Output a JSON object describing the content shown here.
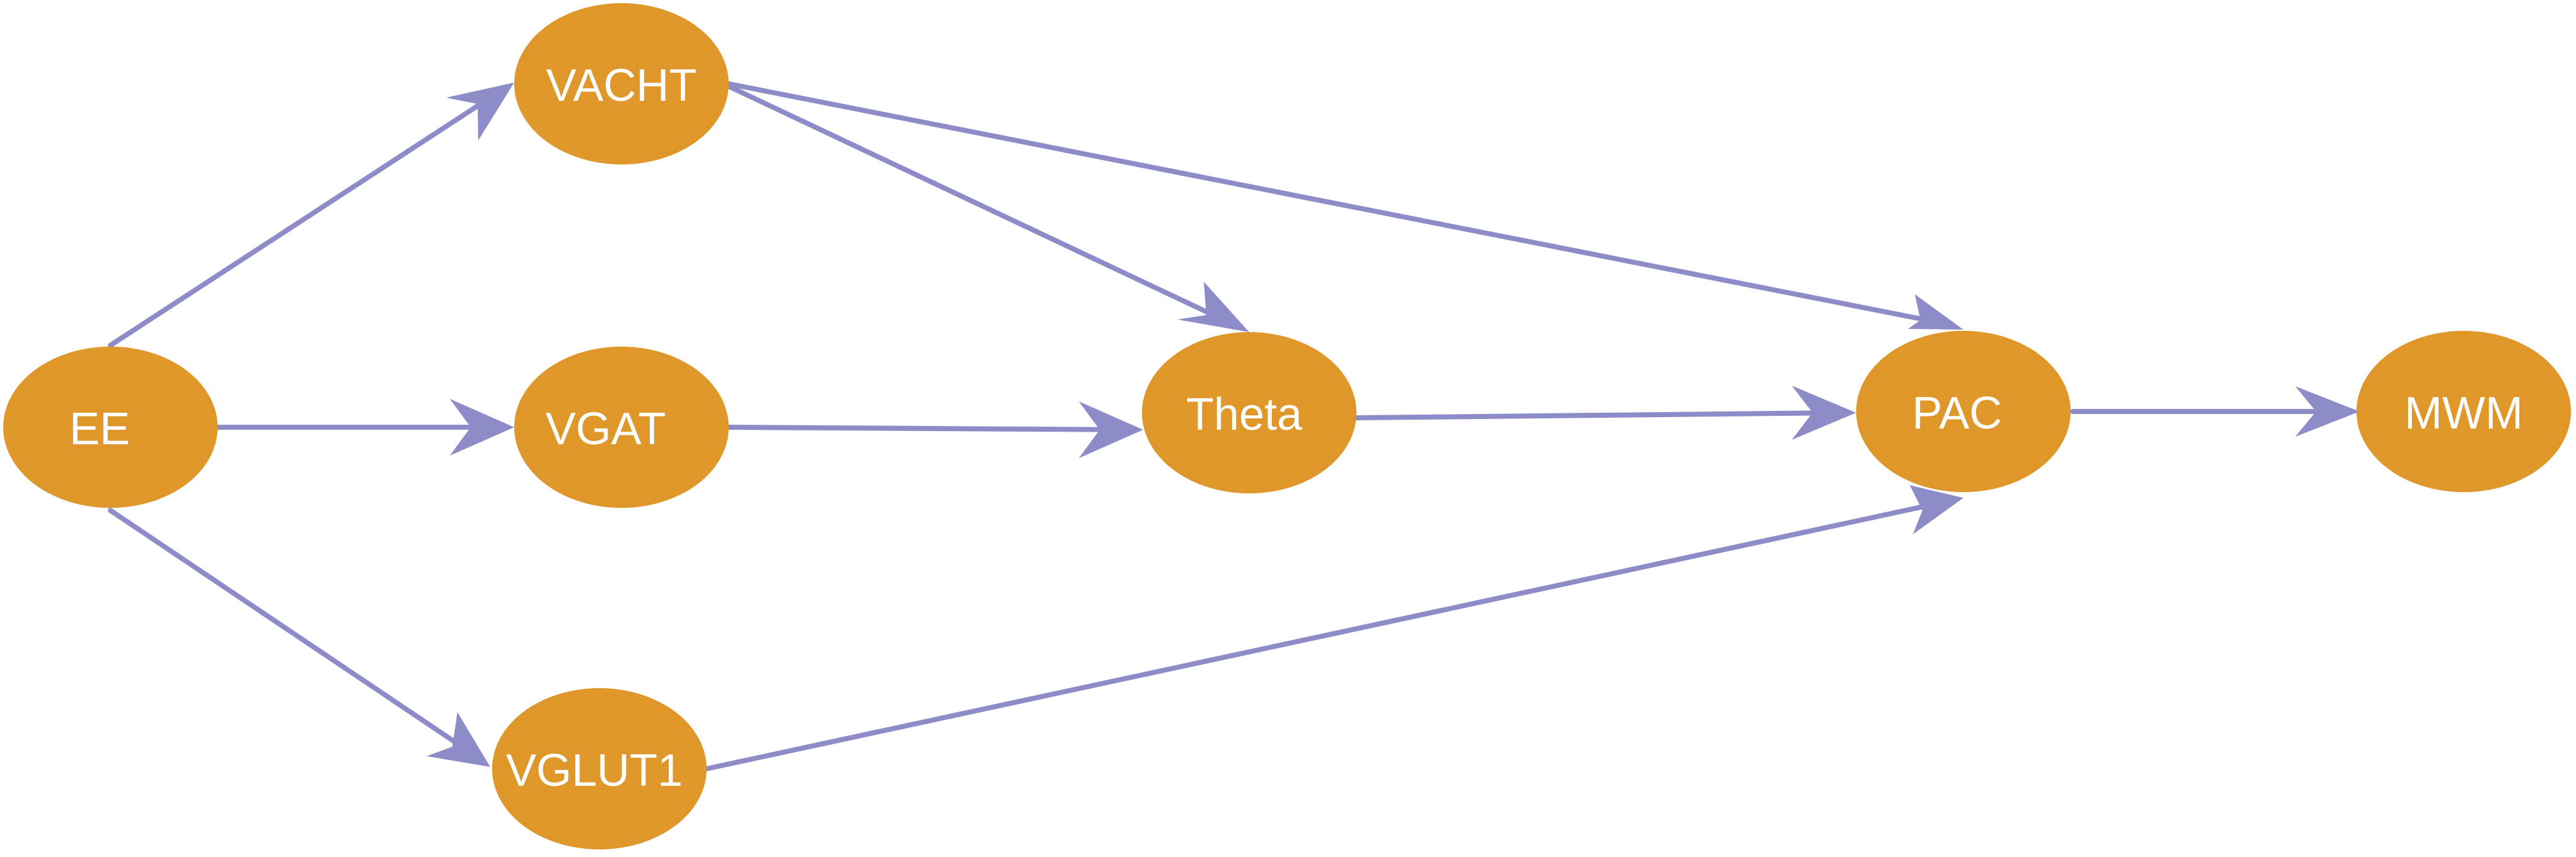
{
  "colors": {
    "node_fill": "#E0972A",
    "edge_stroke": "#8E8CC8",
    "label_text": "#FFFFFF",
    "background": "#FFFFFF"
  },
  "nodes": {
    "ee": "EE",
    "vacht": "VACHT",
    "vgat": "VGAT",
    "vglut1": "VGLUT1",
    "theta": "Theta",
    "pac": "PAC",
    "mwm": "MWM"
  },
  "edges": [
    {
      "from": "EE",
      "to": "VACHT"
    },
    {
      "from": "EE",
      "to": "VGAT"
    },
    {
      "from": "EE",
      "to": "VGLUT1"
    },
    {
      "from": "VACHT",
      "to": "Theta"
    },
    {
      "from": "VACHT",
      "to": "PAC"
    },
    {
      "from": "VGAT",
      "to": "Theta"
    },
    {
      "from": "Theta",
      "to": "PAC"
    },
    {
      "from": "VGLUT1",
      "to": "PAC"
    },
    {
      "from": "PAC",
      "to": "MWM"
    }
  ]
}
